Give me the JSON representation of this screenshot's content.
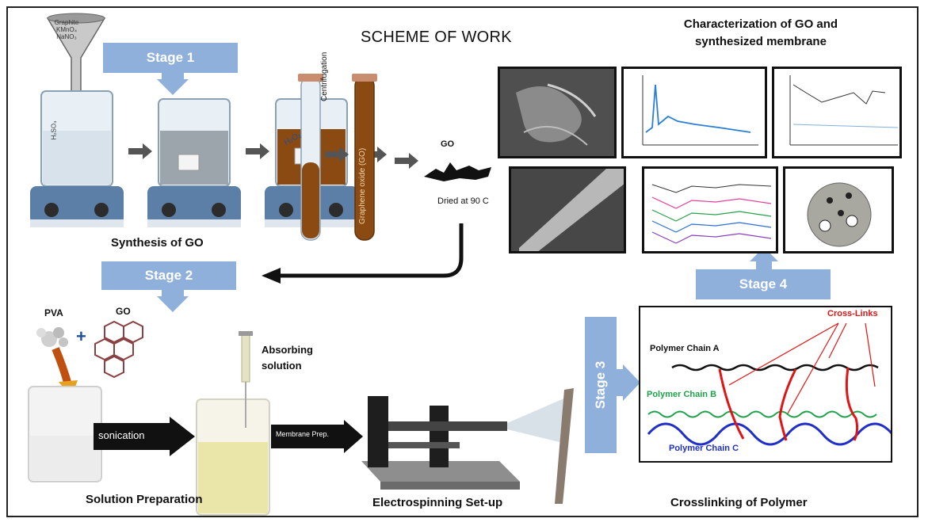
{
  "title": "SCHEME OF WORK",
  "characterization_title_line1": "Characterization of GO and",
  "characterization_title_line2": "synthesized membrane",
  "stages": {
    "stage1": "Stage 1",
    "stage2": "Stage 2",
    "stage3": "Stage 3",
    "stage4": "Stage 4"
  },
  "synthesis": {
    "caption": "Synthesis of GO",
    "funnel_label_1": "Graphite",
    "funnel_label_2": "KMnO₄",
    "funnel_label_3": "NaNO₃",
    "beaker_label": "H₂SO₄",
    "h2o2_label": "H₂O₂",
    "centrifugation_label": "Centrifugation",
    "tube_label": "Graphene oxide (GO)",
    "go_label": "GO",
    "dried_label": "Dried at 90 C"
  },
  "solution": {
    "pva_label": "PVA",
    "plus": "+",
    "go_label": "GO",
    "absorbing_line1": "Absorbing",
    "absorbing_line2": "solution",
    "sonication_label": "sonication",
    "membrane_prep_label": "Membrane Prep.",
    "caption": "Solution Preparation"
  },
  "electrospinning": {
    "caption": "Electrospinning Set-up"
  },
  "crosslinking": {
    "caption": "Crosslinking of Polymer",
    "cross_links_label": "Cross-Links",
    "chain_a": "Polymer Chain A",
    "chain_b": "Polymer Chain B",
    "chain_c": "Polymer Chain C",
    "colors": {
      "chain_a": "#111111",
      "chain_b": "#1fa34a",
      "chain_c": "#1f2fc8",
      "links": "#e01414"
    }
  },
  "colors": {
    "stage": "#8fb0da",
    "go_brown": "#8a4a12",
    "hotplate": "#5b7fa6"
  }
}
